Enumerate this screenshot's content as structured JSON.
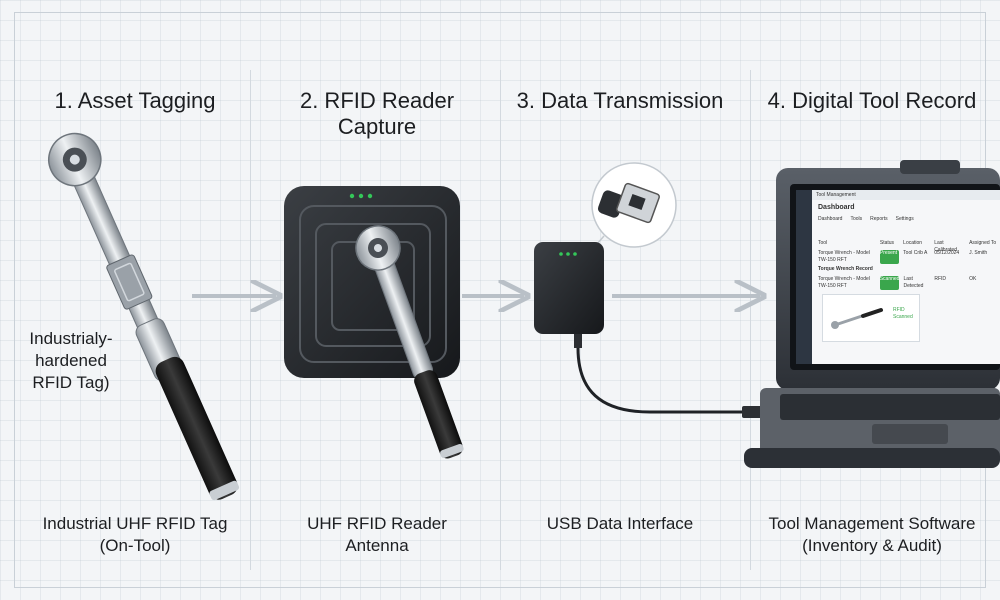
{
  "steps": [
    {
      "title": "1. Asset Tagging",
      "caption_line1": "Industrial UHF RFID Tag",
      "caption_line2": "(On-Tool)"
    },
    {
      "title_line1": "2. RFID Reader",
      "title_line2": "Capture",
      "caption_line1": "UHF RFID Reader",
      "caption_line2": "Antenna"
    },
    {
      "title": "3. Data Transmission",
      "caption_line1": "USB Data Interface",
      "caption_line2": ""
    },
    {
      "title": "4. Digital Tool Record",
      "caption_line1": "Tool Management Software",
      "caption_line2": "(Inventory & Audit)"
    }
  ],
  "tag_callout": {
    "line1": "Industrialy-",
    "line2": "hardened",
    "line3": "RFID Tag)"
  },
  "laptop_screen": {
    "app_title": "Tool Management",
    "page_title": "Dashboard",
    "tabs": [
      "Dashboard",
      "Tools",
      "Reports",
      "Settings"
    ],
    "table_headers": [
      "Tool",
      "Status",
      "Location",
      "Last Calibrated",
      "Assigned To"
    ],
    "row1": [
      "Torque Wrench - Model TW-150 RFT",
      "Present",
      "Tool Crib A",
      "05/12/2024",
      "J. Smith"
    ],
    "detail_header": "Torque Wrench Record",
    "row2": [
      "Torque Wrench - Model TW-150 RFT",
      "Scanned",
      "Last Detected",
      "RFID",
      "OK"
    ],
    "detail_badge_line1": "RFID",
    "detail_badge_line2": "Scanned"
  },
  "colors": {
    "accent_green": "#34c759",
    "status_green": "#3aa64c",
    "screen_nav": "#2d3642"
  }
}
